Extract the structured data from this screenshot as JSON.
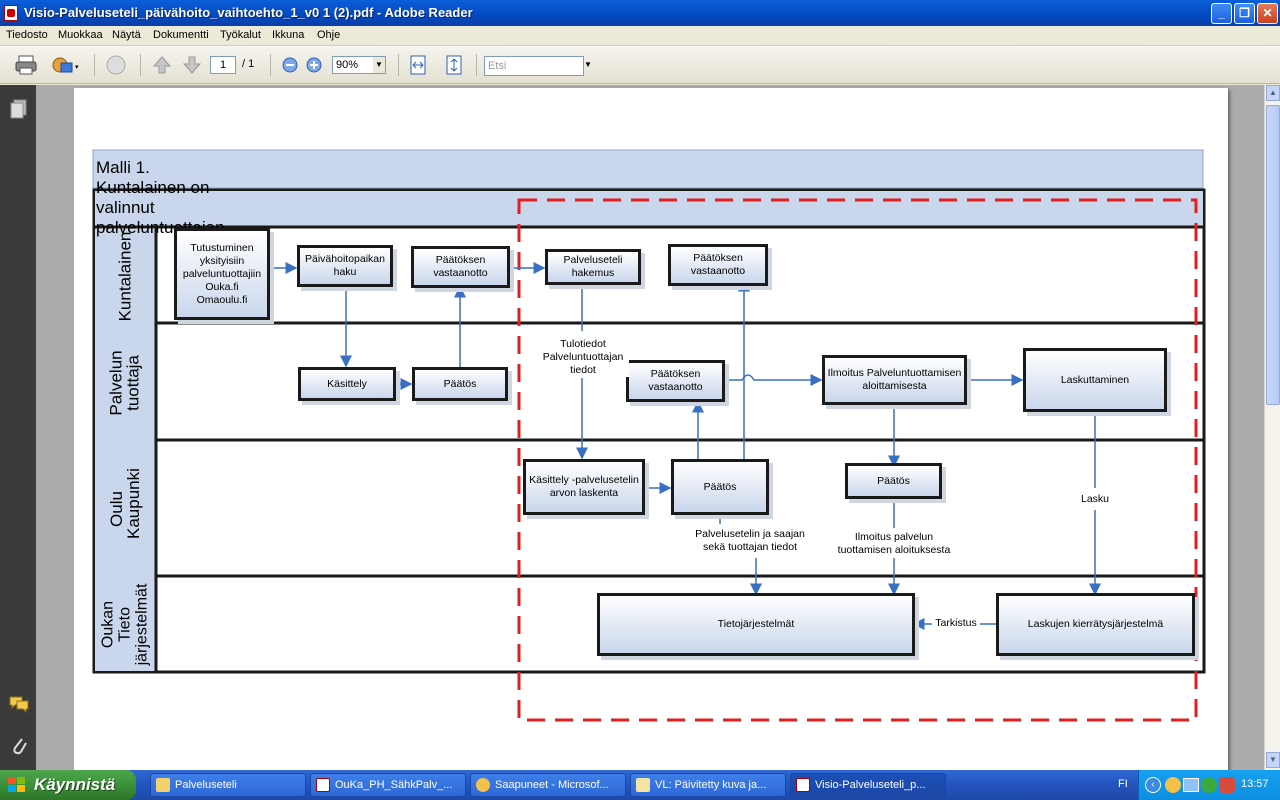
{
  "window": {
    "title": "Visio-Palveluseteli_päivähoito_vaihtoehto_1_v0 1 (2).pdf - Adobe Reader"
  },
  "menu": [
    "Tiedosto",
    "Muokkaa",
    "Näytä",
    "Dokumentti",
    "Työkalut",
    "Ikkuna",
    "Ohje"
  ],
  "toolbar": {
    "page_current": "1",
    "page_total": "/ 1",
    "zoom": "90%",
    "search_placeholder": "Etsi"
  },
  "diagram": {
    "title": "Malli 1. Kuntalainen on valinnut palveluntuottajan",
    "lanes": [
      "Kuntalainen",
      "Palvelun tuottaja",
      "Oulu Kaupunki",
      "Oukan Tieto järjestelmät"
    ],
    "boxes": {
      "tutustuminen": "Tutustuminen yksityisiin palveluntuottajiin Ouka.fi Omaoulu.fi",
      "paivahoitopaikan_haku": "Päivähoitopaikan haku",
      "paatoksen_vastaanotto_1": "Päätöksen vastaanotto",
      "palveluseteli_hakemus": "Palveluseteli hakemus",
      "paatoksen_vastaanotto_2": "Päätöksen vastaanotto",
      "kasittely": "Käsittely",
      "paatos_1": "Päätös",
      "paatoksen_vastaanotto_3": "Päätöksen vastaanotto",
      "ilmoitus": "Ilmoitus Palveluntuottamisen aloittamisesta",
      "laskuttaminen": "Laskuttaminen",
      "kasittely_arvo": "Käsittely -palvelusetelin arvon laskenta",
      "paatos_2": "Päätös",
      "paatos_3": "Päätös",
      "tietojarjestelmat": "Tietojärjestelmät",
      "laskujen_kierratys": "Laskujen kierrätysjärjestelmä"
    },
    "notes": {
      "tulotiedot": "Tulotiedot Palveluntuottajan tiedot",
      "palvelusetelin_tiedot": "Palvelusetelin ja saajan sekä tuottajan tiedot",
      "ilmoitus_aloitus": "Ilmoitus palvelun tuottamisen aloituksesta",
      "lasku": "Lasku",
      "tarkistus": "Tarkistus"
    }
  },
  "taskbar": {
    "start": "Käynnistä",
    "items": [
      "Palveluseteli",
      "OuKa_PH_SähkPalv_...",
      "Saapuneet - Microsof...",
      "VL: Päivitetty kuva ja...",
      "Visio-Palveluseteli_p..."
    ],
    "language": "FI",
    "clock": "13:57"
  }
}
